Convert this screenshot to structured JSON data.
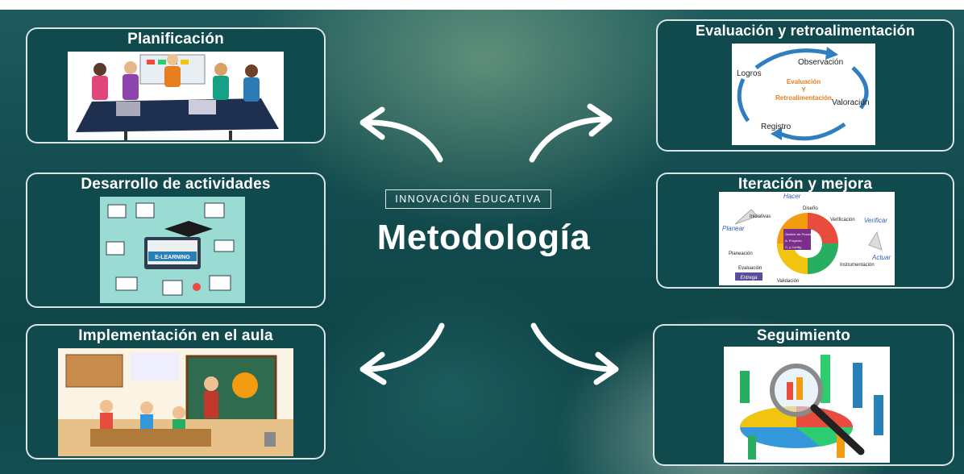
{
  "center": {
    "tag": "INNOVACIÓN EDUCATIVA",
    "title": "Metodología"
  },
  "steps": [
    {
      "title": "Planificación"
    },
    {
      "title": "Desarrollo de actividades",
      "image_text": [
        "E-LEARNING"
      ]
    },
    {
      "title": "Implementación en el aula"
    },
    {
      "title": "Evaluación y retroalimentación",
      "image_text": [
        "Observación",
        "Logros",
        "Evaluación",
        "Y",
        "Retroalimentación",
        "Valoración",
        "Registro"
      ]
    },
    {
      "title": "Iteración y mejora",
      "image_text": [
        "Hacer",
        "Diseño",
        "Iniciativas",
        "Verificación",
        "Verificar",
        "Planear",
        "Gestión de Procesos",
        "A. Proyecto",
        "C. y Config.",
        "Actuar",
        "Planeación",
        "Evaluación",
        "Instrumentación",
        "Entrega",
        "Validación"
      ]
    },
    {
      "title": "Seguimiento"
    }
  ],
  "colors": {
    "accent": "#ffffff",
    "background": "#134b4e"
  }
}
